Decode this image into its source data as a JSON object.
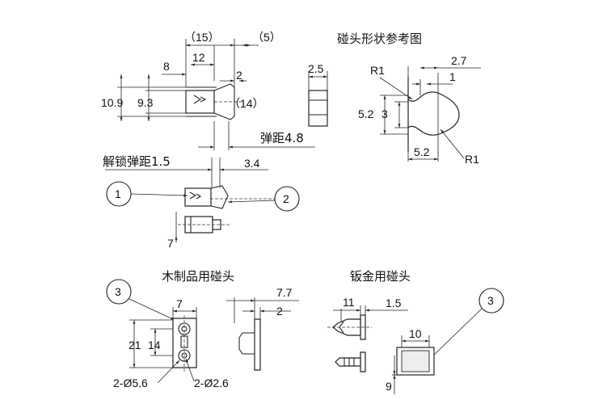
{
  "captions": {
    "striker_shape": "碰头形状参考图",
    "wood_striker": "木制品用碰头",
    "sheet_striker": "钣金用碰头",
    "spring_travel": "弹距4.8",
    "unlock_travel": "解锁弹距1.5"
  },
  "dims": {
    "d15": "（15）",
    "d5": "（5）",
    "d12": "12",
    "d8": "8",
    "d2a": "2",
    "d10_9": "10.9",
    "d9_3": "9.3",
    "d14p": "（14）",
    "d3_4": "3.4",
    "d7a": "7",
    "d2_5": "2.5",
    "r1a": "R1",
    "d2_7": "2.7",
    "d1": "1",
    "d5_2a": "5.2",
    "d3": "3",
    "d5_2b": "5.2",
    "r1b": "R1",
    "d7b": "7",
    "d7_7": "7.7",
    "d2b": "2",
    "d21": "21",
    "d14": "14",
    "hole56": "2-Ø5.6",
    "hole26": "2-Ø2.6",
    "d11": "11",
    "d1_5": "1.5",
    "d10": "10",
    "d9": "9"
  },
  "balloons": {
    "b1": "1",
    "b2": "2",
    "b3a": "3",
    "b3b": "3"
  }
}
